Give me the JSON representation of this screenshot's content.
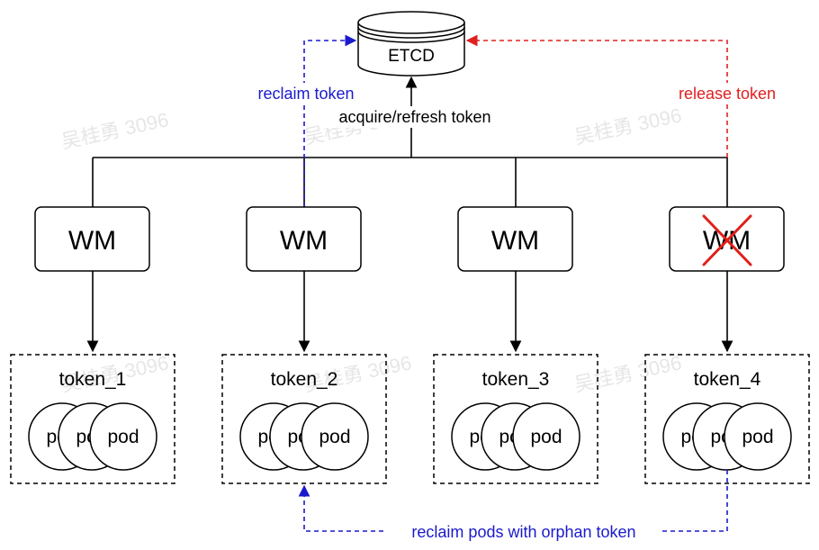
{
  "etcd": {
    "label": "ETCD"
  },
  "edges": {
    "acquire": "acquire/refresh token",
    "reclaim": "reclaim token",
    "release": "release token",
    "reclaim_pods": "reclaim pods with orphan token"
  },
  "managers": [
    {
      "label": "WM",
      "failed": false
    },
    {
      "label": "WM",
      "failed": false
    },
    {
      "label": "WM",
      "failed": false
    },
    {
      "label": "WM",
      "failed": true
    }
  ],
  "tokens": [
    {
      "label": "token_1",
      "pods": [
        "pod",
        "pod",
        "pod"
      ]
    },
    {
      "label": "token_2",
      "pods": [
        "pod",
        "pod",
        "pod"
      ]
    },
    {
      "label": "token_3",
      "pods": [
        "pod",
        "pod",
        "pod"
      ]
    },
    {
      "label": "token_4",
      "pods": [
        "pod",
        "pod",
        "pod"
      ]
    }
  ],
  "watermark": "吴桂勇 3096",
  "colors": {
    "line": "#000000",
    "reclaim": "#1a1acc",
    "release": "#e02020",
    "cross": "#e0201a"
  }
}
